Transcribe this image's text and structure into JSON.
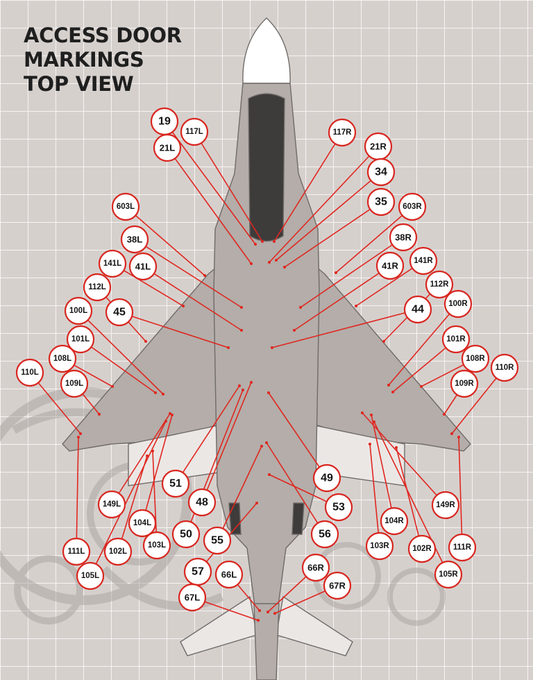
{
  "title_lines": [
    "ACCESS DOOR",
    "MARKINGS",
    "TOP VIEW"
  ],
  "colors": {
    "background": "#d6d0cd",
    "grid": "#ffffff",
    "aircraft": "#b4ada9",
    "callout_border": "#d8261f",
    "leader_line": "#e0261f",
    "callout_fill": "#ffffff"
  },
  "callouts": [
    "19",
    "117L",
    "21L",
    "117R",
    "21R",
    "34",
    "35",
    "603R",
    "603L",
    "38L",
    "38R",
    "141L",
    "41L",
    "41R",
    "141R",
    "112L",
    "112R",
    "100L",
    "45",
    "44",
    "100R",
    "101L",
    "101R",
    "108L",
    "108R",
    "110L",
    "110R",
    "109L",
    "109R",
    "51",
    "49",
    "149L",
    "149R",
    "48",
    "53",
    "104L",
    "104R",
    "50",
    "56",
    "55",
    "103L",
    "103R",
    "102L",
    "102R",
    "111L",
    "111R",
    "57",
    "66L",
    "66R",
    "67R",
    "105L",
    "105R",
    "67L"
  ]
}
